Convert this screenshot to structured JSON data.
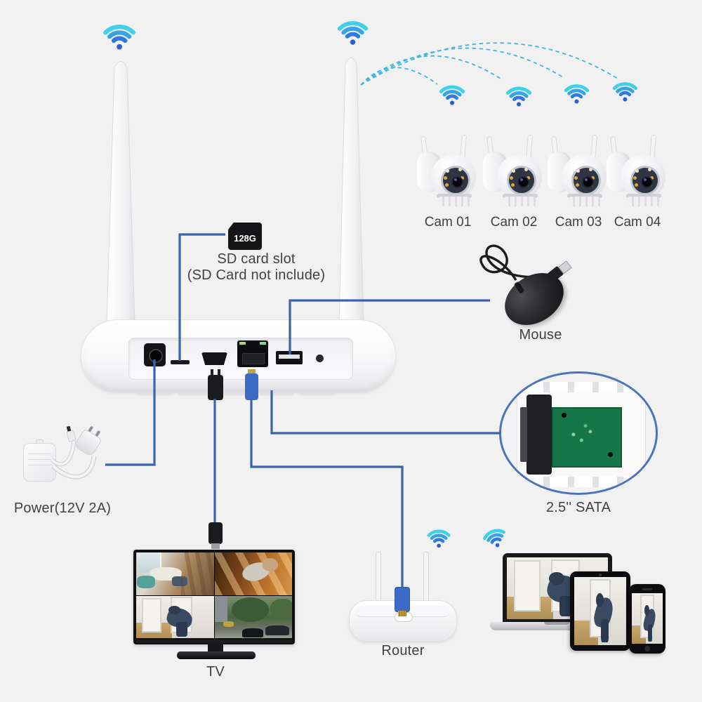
{
  "labels": {
    "sd_card_capacity": "128G",
    "sd_caption_line1": "SD card slot",
    "sd_caption_line2": "(SD Card not include)",
    "mouse": "Mouse",
    "power": "Power(12V 2A)",
    "sata": "2.5'' SATA",
    "router": "Router",
    "tv": "TV"
  },
  "cameras": [
    {
      "label": "Cam 01"
    },
    {
      "label": "Cam 02"
    },
    {
      "label": "Cam 03"
    },
    {
      "label": "Cam 04"
    }
  ],
  "colors": {
    "background": "#f1f1f2",
    "connector_line": "#3a63b0",
    "signal_arc_dashed": "#2fb3dd",
    "label_text": "#414141",
    "sata_ring_border": "#4a74bd",
    "wifi_outer_arc": "#3fd0ea",
    "wifi_middle_arc": "#37a3e4",
    "wifi_inner_arc": "#2f79df",
    "wifi_dot": "#2b5fd3",
    "ethernet_plug": "#3b6bc7",
    "pcb_green": "#17754a"
  }
}
